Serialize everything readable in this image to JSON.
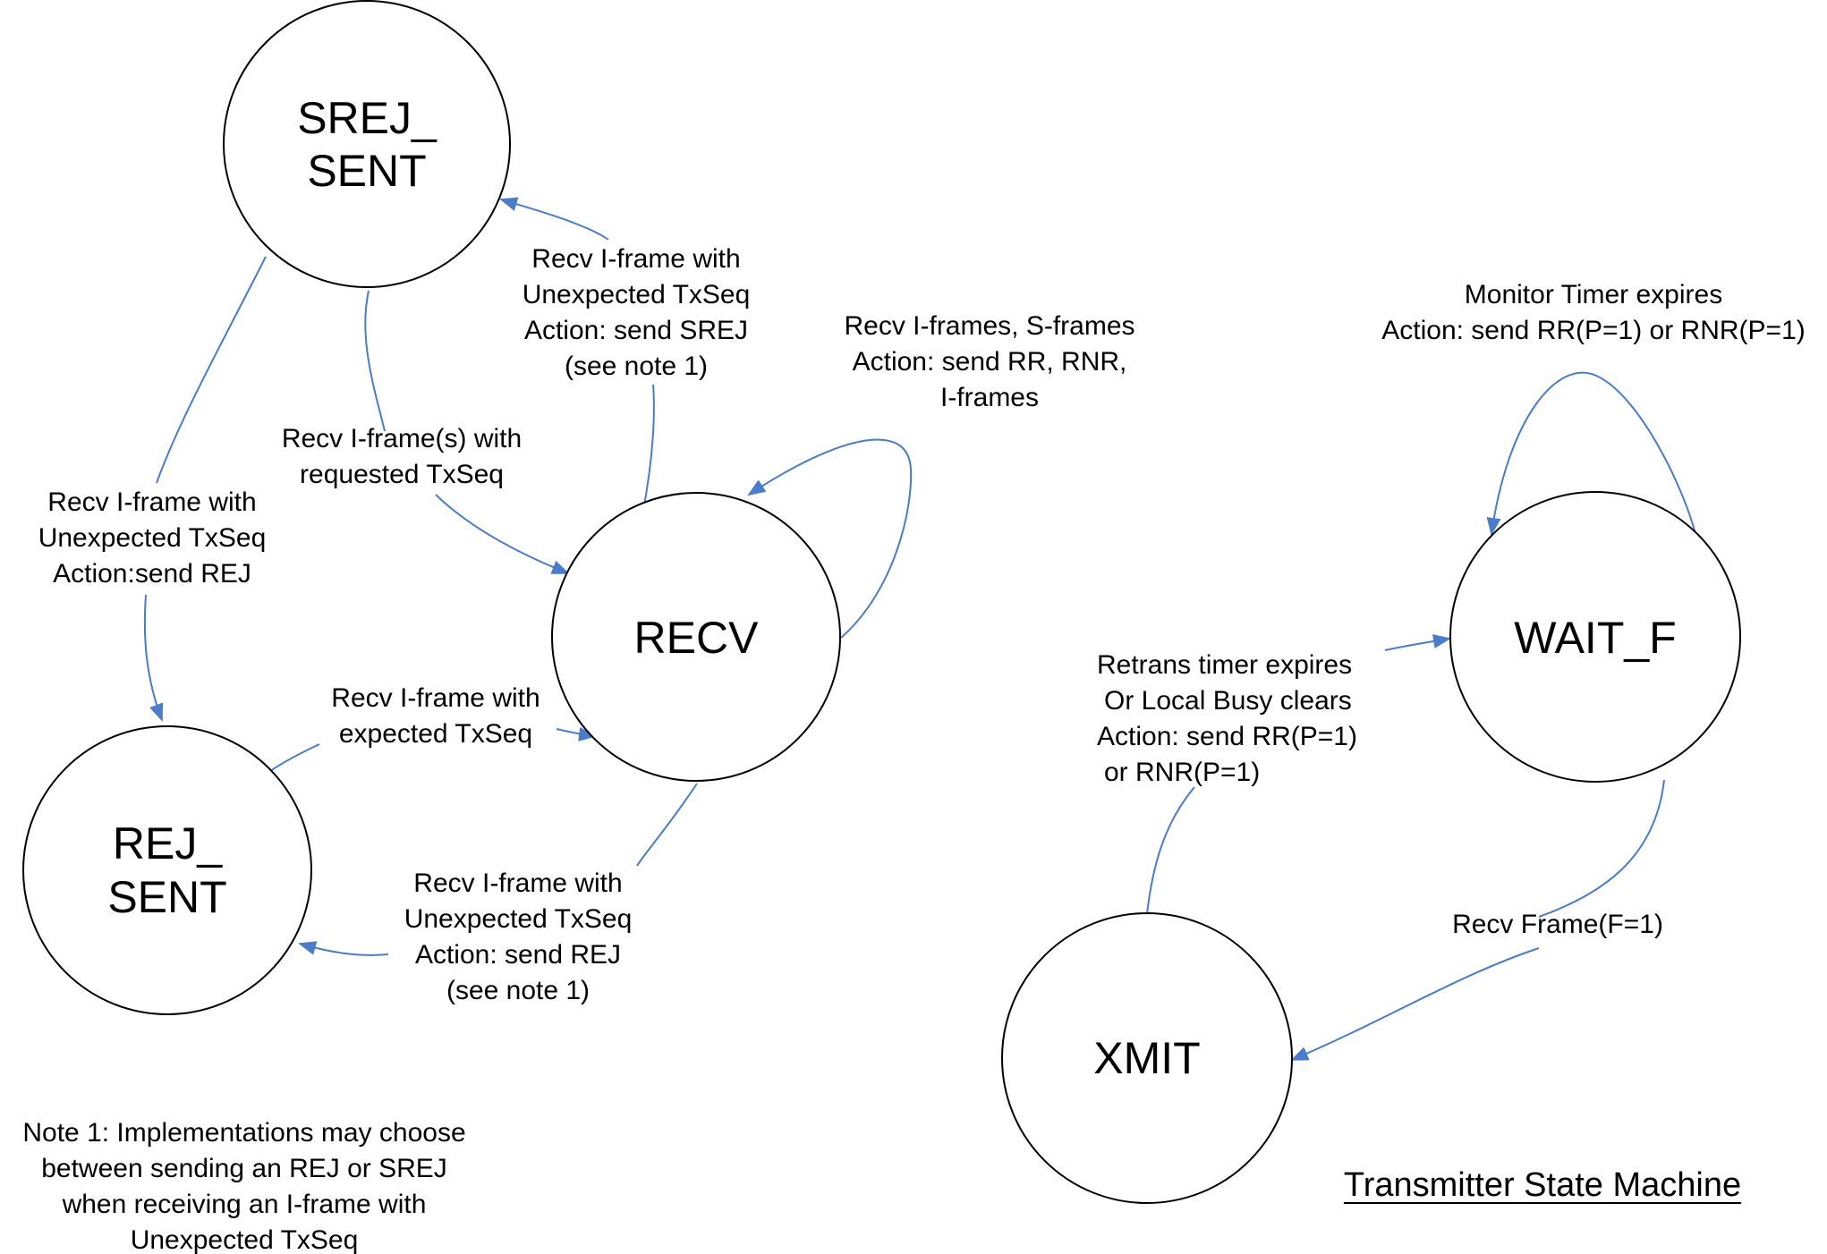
{
  "colors": {
    "edge": "#4a7cc9",
    "stroke": "#000000",
    "background": "#ffffff"
  },
  "states": {
    "srej_sent": [
      "SREJ_",
      "SENT"
    ],
    "rej_sent": [
      "REJ_",
      "SENT"
    ],
    "recv": [
      "RECV"
    ],
    "wait_f": [
      "WAIT_F"
    ],
    "xmit": [
      "XMIT"
    ]
  },
  "edges": {
    "srej_to_rej": [
      "Recv I-frame with",
      "Unexpected TxSeq",
      "Action:send REJ"
    ],
    "srej_to_recv": [
      "Recv I-frame(s) with",
      "requested TxSeq"
    ],
    "recv_to_srej": [
      "Recv I-frame with",
      "Unexpected TxSeq",
      "Action: send SREJ",
      "(see note 1)"
    ],
    "recv_self": [
      "Recv I-frames, S-frames",
      "Action: send RR, RNR,",
      "I-frames"
    ],
    "rej_to_recv": [
      "Recv I-frame with",
      "expected TxSeq"
    ],
    "recv_to_rej": [
      "Recv I-frame with",
      "Unexpected TxSeq",
      "Action: send REJ",
      "(see note 1)"
    ],
    "wait_self": [
      "Monitor Timer expires",
      "Action: send RR(P=1) or RNR(P=1)"
    ],
    "xmit_to_wait": [
      "Retrans timer expires",
      "Or Local Busy clears",
      "Action: send RR(P=1)",
      "or RNR(P=1)"
    ],
    "wait_to_xmit": [
      "Recv Frame(F=1)"
    ]
  },
  "note": [
    "Note 1: Implementations may choose",
    "between sending an REJ or SREJ",
    "when receiving an I-frame with",
    "Unexpected TxSeq"
  ],
  "title": "Transmitter State Machine"
}
